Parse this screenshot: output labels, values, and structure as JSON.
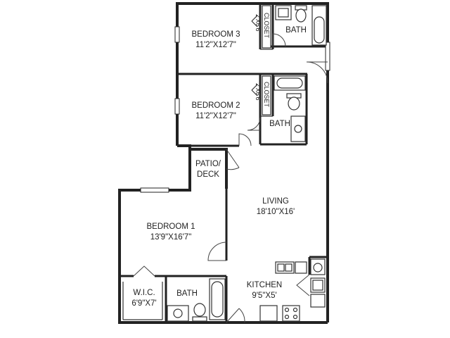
{
  "rooms": {
    "bedroom3": {
      "name": "BEDROOM 3",
      "size": "11'2\"X12'7\""
    },
    "bedroom2": {
      "name": "BEDROOM 2",
      "size": "11'2\"X12'7\""
    },
    "bedroom1": {
      "name": "BEDROOM 1",
      "size": "13'9\"X16'7\""
    },
    "living": {
      "name": "LIVING",
      "size": "18'10\"X16'"
    },
    "kitchen": {
      "name": "KITCHEN",
      "size": "9'5\"X5'"
    },
    "patio": {
      "line1": "PATIO/",
      "line2": "DECK"
    },
    "wic": {
      "name": "W.I.C.",
      "size": "6'9\"X7'"
    },
    "bath_top": {
      "name": "BATH"
    },
    "bath_mid": {
      "name": "BATH"
    },
    "bath_bottom": {
      "name": "BATH"
    },
    "closet_top": {
      "size": "2'X6'6\"",
      "label": "CLOSET"
    },
    "closet_mid": {
      "size": "2'X6'6\"",
      "label": "CLOSET"
    }
  }
}
